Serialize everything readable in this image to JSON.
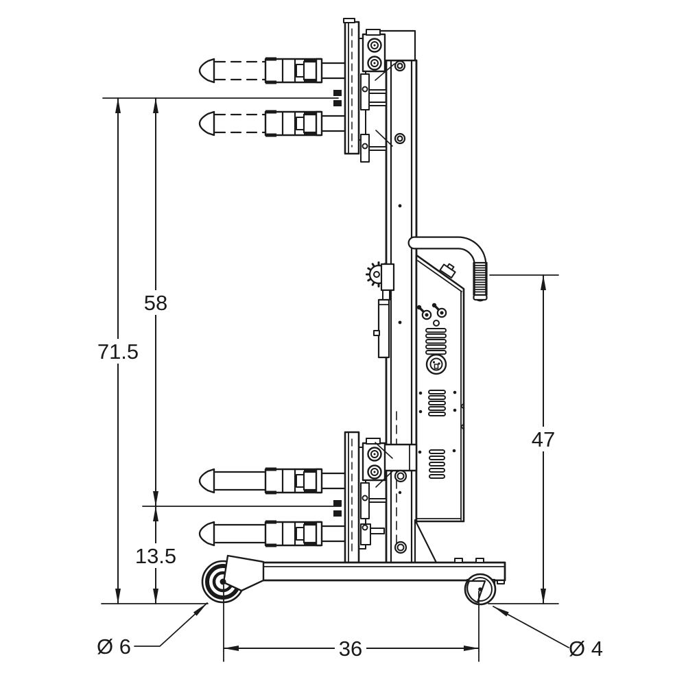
{
  "page": {
    "background": "#ffffff",
    "ink_color": "#1a1a1a",
    "drawing_type": "side-elevation engineering drawing of a powered drum/roll lifter with forks shown raised and lowered"
  },
  "dimensions": {
    "overall_height": "71.5",
    "raised_fork_height": "58",
    "lowered_fork_height": "13.5",
    "handle_height": "47",
    "wheel_span": "36",
    "front_wheel_diameter": "Ø 6",
    "rear_caster_diameter": "Ø 4"
  }
}
